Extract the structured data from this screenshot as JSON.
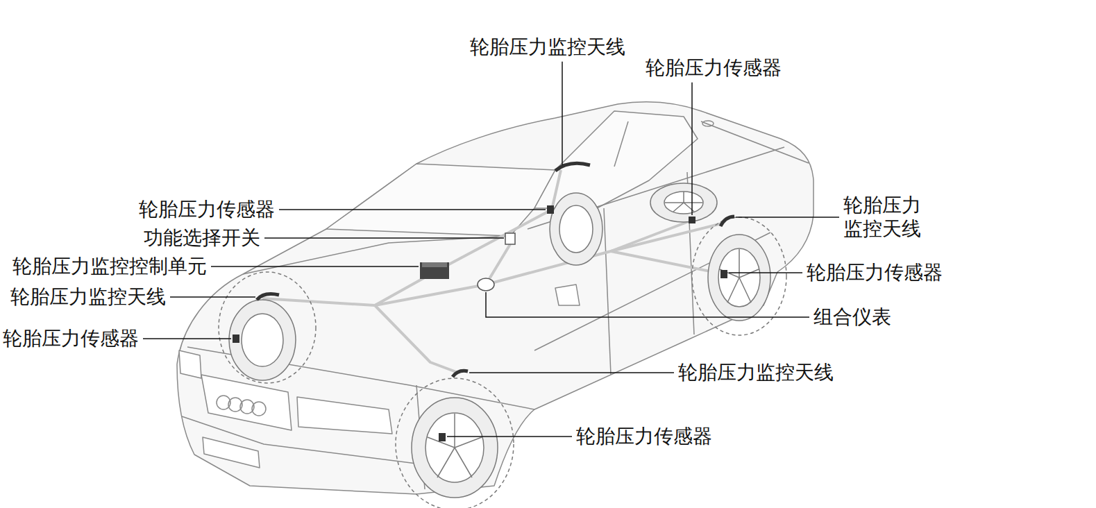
{
  "diagram": {
    "labels": [
      "轮胎压力监控天线",
      "轮胎压力传感器",
      "轮胎压力传感器",
      "轮胎压力 监控天线",
      "功能选择开关",
      "轮胎压力监控控制单元",
      "轮胎压力传感器",
      "轮胎压力监控天线",
      "组合仪表",
      "轮胎压力传感器",
      "轮胎压力监控天线",
      "轮胎压力传感器"
    ]
  }
}
